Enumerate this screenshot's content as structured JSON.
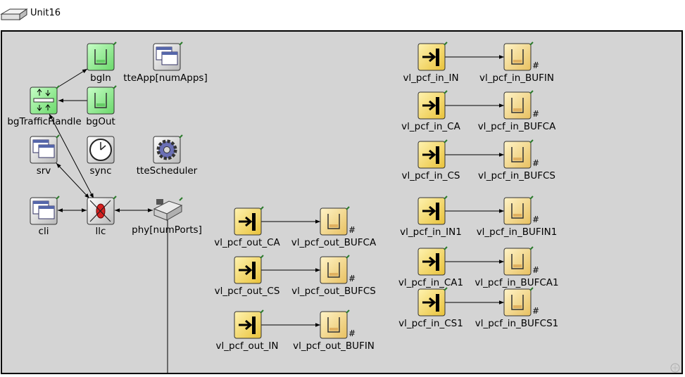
{
  "window": {
    "title": "Unit16",
    "title_icon": "disk-drive-icon"
  },
  "nodes": {
    "bgIn": "bgIn",
    "tteApp": "tteApp[numApps]",
    "bgTrafficHandle": "bgTrafficHandle",
    "bgOut": "bgOut",
    "srv": "srv",
    "sync": "sync",
    "tteScheduler": "tteScheduler",
    "cli": "cli",
    "llc": "llc",
    "phy": "phy[numPorts]",
    "vl_pcf_out_CA": "vl_pcf_out_CA",
    "vl_pcf_out_BUFCA": "vl_pcf_out_BUFCA",
    "vl_pcf_out_CS": "vl_pcf_out_CS",
    "vl_pcf_out_BUFCS": "vl_pcf_out_BUFCS",
    "vl_pcf_out_IN": "vl_pcf_out_IN",
    "vl_pcf_out_BUFIN": "vl_pcf_out_BUFIN",
    "vl_pcf_in_IN": "vl_pcf_in_IN",
    "vl_pcf_in_BUFIN": "vl_pcf_in_BUFIN",
    "vl_pcf_in_CA": "vl_pcf_in_CA",
    "vl_pcf_in_BUFCA": "vl_pcf_in_BUFCA",
    "vl_pcf_in_CS": "vl_pcf_in_CS",
    "vl_pcf_in_BUFCS": "vl_pcf_in_BUFCS",
    "vl_pcf_in_IN1": "vl_pcf_in_IN1",
    "vl_pcf_in_BUFIN1": "vl_pcf_in_BUFIN1",
    "vl_pcf_in_CA1": "vl_pcf_in_CA1",
    "vl_pcf_in_BUFCA1": "vl_pcf_in_BUFCA1",
    "vl_pcf_in_CS1": "vl_pcf_in_CS1",
    "vl_pcf_in_BUFCS1": "vl_pcf_in_BUFCS1"
  },
  "vector_marker": "#",
  "colors": {
    "canvas": "#d4d4d4",
    "queue_green": "#8ee88e",
    "buffer_yellow": "#f5dc96",
    "arrow_yellow": "#f8e070",
    "gray_icon": "#c8c8c8"
  }
}
